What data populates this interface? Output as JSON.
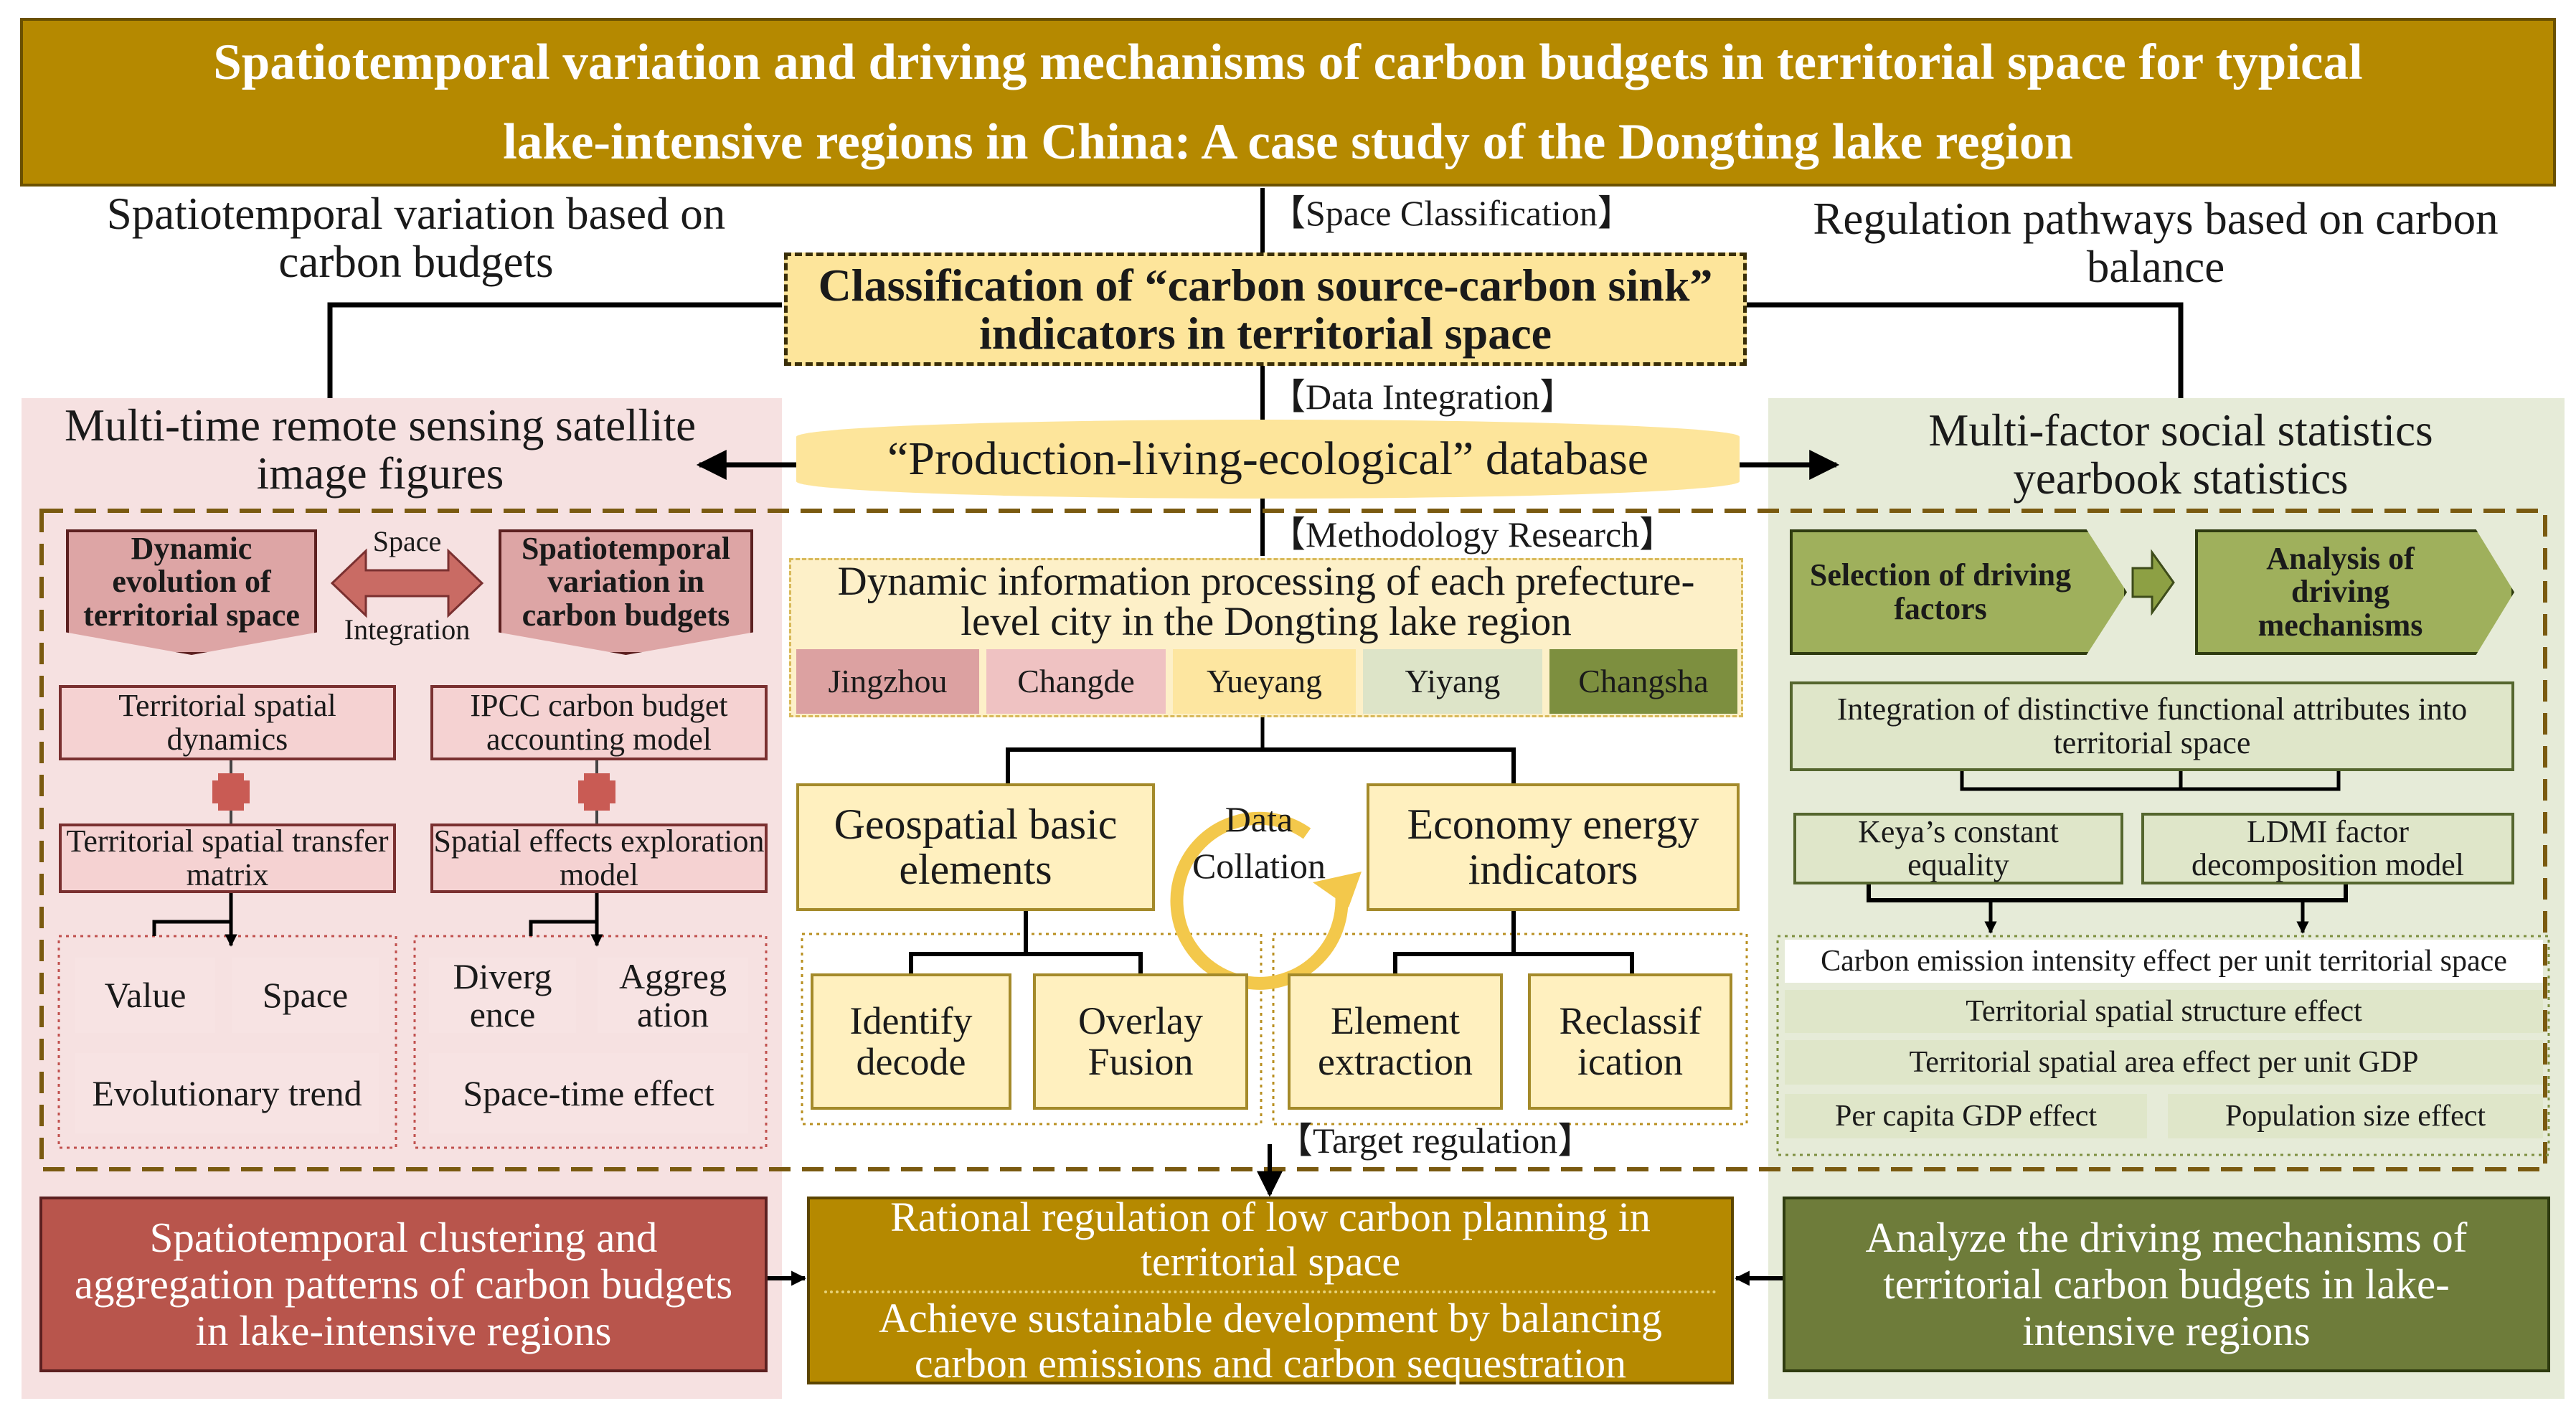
{
  "title": {
    "line1": "Spatiotemporal variation and driving mechanisms of carbon budgets in territorial space for typical",
    "line2": "lake-intensive regions in China: A case study of the Dongting lake region"
  },
  "header": {
    "left_label": "Spatiotemporal variation based on carbon budgets",
    "right_label": "Regulation pathways based on carbon balance"
  },
  "stages": {
    "space_classification": "【Space Classification】",
    "data_integration": "【Data Integration】",
    "methodology_research": "【Methodology Research】",
    "target_regulation": "【Target regulation】"
  },
  "classification_box": "Classification of “carbon source-carbon sink” indicators in territorial space",
  "database": "“Production-living-ecological” database",
  "left_panel": {
    "heading": "Multi-time remote sensing satellite image figures",
    "banner_left": "Dynamic evolution of territorial space",
    "banner_right": "Spatiotemporal variation in carbon budgets",
    "arrow_top": "Space",
    "arrow_bottom": "Integration",
    "box1": "Territorial spatial dynamics",
    "box2": "Territorial spatial transfer matrix",
    "box3": "IPCC carbon budget accounting model",
    "box4": "Spatial effects exploration model",
    "value": "Value",
    "space": "Space",
    "evolutionary_trend": "Evolutionary trend",
    "divergence": "Diverg ence",
    "aggregation": "Aggreg ation",
    "space_time_effect": "Space-time effect"
  },
  "center": {
    "dynamic_info": "Dynamic information processing of each prefecture-level city in the Dongting lake region",
    "cities": [
      "Jingzhou",
      "Changde",
      "Yueyang",
      "Yiyang",
      "Changsha"
    ],
    "geospatial": "Geospatial basic elements",
    "economy": "Economy energy indicators",
    "data_collation": "Data Collation",
    "identify": "Identify decode",
    "overlay": "Overlay Fusion",
    "element_extraction": "Element extraction",
    "reclassification": "Reclassif ication"
  },
  "right_panel": {
    "heading": "Multi-factor social statistics yearbook  statistics",
    "selection": "Selection of driving factors",
    "analysis": "Analysis of driving mechanisms",
    "integration": "Integration of distinctive functional attributes into territorial space",
    "keya": "Keya’s constant equality",
    "ldmi": "LDMI factor decomposition model",
    "effects": [
      "Carbon emission intensity effect per unit territorial space",
      "Territorial spatial structure effect",
      "Territorial spatial area effect per unit GDP"
    ],
    "per_capita": "Per capita GDP effect",
    "population": "Population size effect"
  },
  "bottom": {
    "left": "Spatiotemporal clustering and aggregation patterns of carbon budgets in lake-intensive regions",
    "center_top": "Rational regulation of low carbon planning in territorial space",
    "center_bottom": "Achieve sustainable development by balancing carbon emissions and carbon sequestration",
    "right": "Analyze the driving mechanisms of territorial carbon budgets in lake-intensive regions"
  },
  "colors": {
    "gold": "#b58900",
    "red": "#b8554c",
    "olive": "#6e7c3a",
    "pink_panel": "#f6e1e1",
    "green_panel": "#e6ebd8",
    "yellow": "#fde9a3",
    "city_jingzhou": "#dca1a1",
    "city_changde": "#efc2c2",
    "city_yueyang": "#fde6a0",
    "city_yiyang": "#dde4c8",
    "city_changsha": "#7d8f3f"
  }
}
